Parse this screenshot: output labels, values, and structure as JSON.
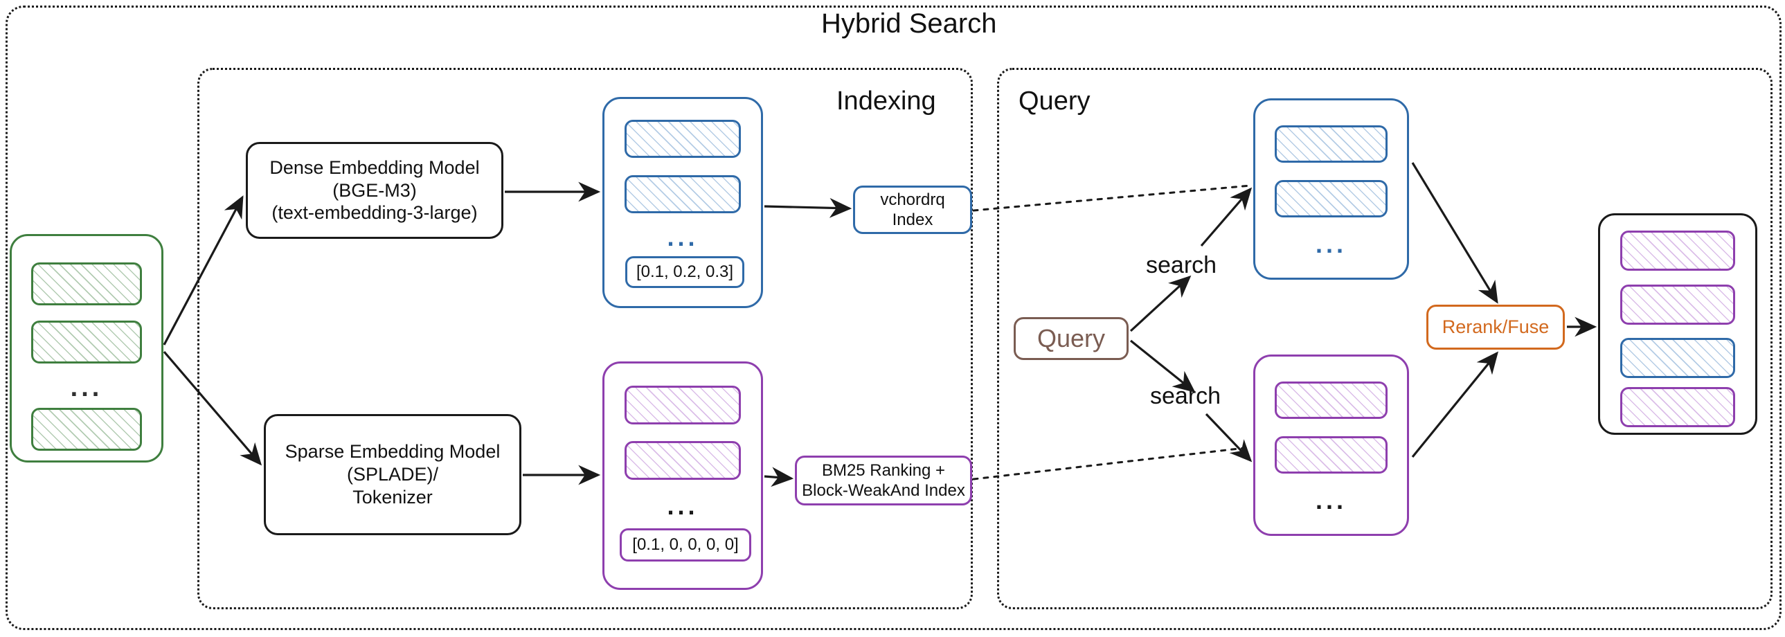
{
  "diagram": {
    "title": "Hybrid Search",
    "sections": [
      {
        "id": "indexing",
        "label": "Indexing"
      },
      {
        "id": "query",
        "label": "Query"
      }
    ]
  },
  "colors": {
    "dense_blue": "#2f6aa8",
    "sparse_purple": "#8e3fae",
    "source_green": "#3f7f3f",
    "query_brown": "#7a5c52",
    "rerank_orange": "#d2691e",
    "outline_black": "#1a1a1a"
  },
  "indexing": {
    "source_stack": {
      "name": "source-documents",
      "ellipsis": "...",
      "items": [
        "",
        "",
        ""
      ]
    },
    "dense_model": {
      "lines": [
        "Dense Embedding Model",
        "(BGE-M3)",
        "(text-embedding-3-large)"
      ]
    },
    "sparse_model": {
      "lines": [
        "Sparse Embedding Model",
        "(SPLADE)/",
        "Tokenizer"
      ]
    },
    "dense_stack": {
      "ellipsis": "...",
      "vector": "[0.1, 0.2, 0.3]"
    },
    "sparse_stack": {
      "ellipsis": "...",
      "vector": "[0.1, 0, 0, 0, 0]"
    },
    "dense_index": {
      "lines": [
        "vchordrq",
        "Index"
      ]
    },
    "sparse_index": {
      "lines": [
        "BM25 Ranking +",
        "Block-WeakAnd Index"
      ]
    }
  },
  "query": {
    "query_box": {
      "label": "Query"
    },
    "search_labels": [
      "search",
      "search"
    ],
    "dense_results": {
      "ellipsis": "..."
    },
    "sparse_results": {
      "ellipsis": "..."
    },
    "rerank": {
      "label": "Rerank/Fuse"
    },
    "final_results": {
      "items": [
        "purple",
        "purple",
        "blue",
        "purple"
      ]
    }
  }
}
